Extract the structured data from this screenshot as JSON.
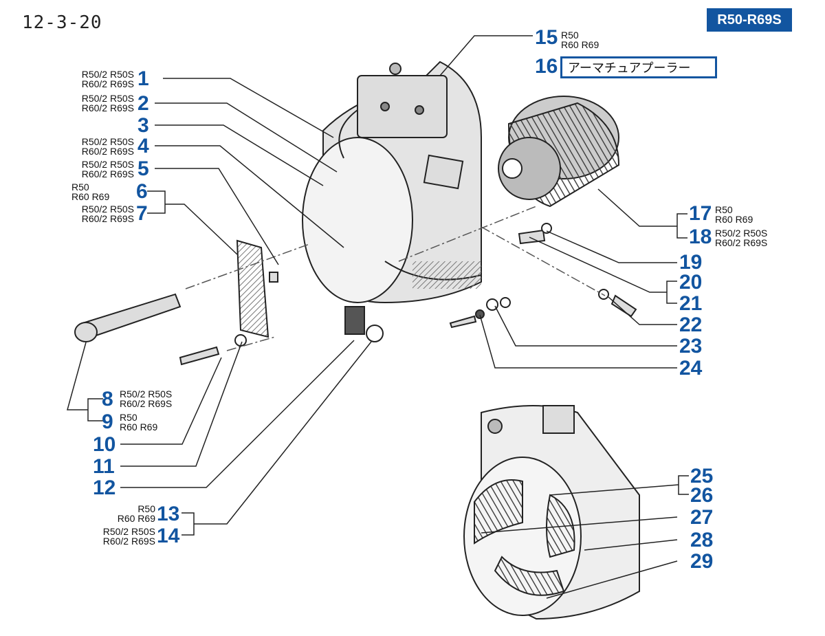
{
  "header": {
    "page_code": "12-3-20",
    "model_badge": "R50-R69S"
  },
  "tool": {
    "label": "アーマチュアプーラー"
  },
  "callouts": {
    "c1": {
      "num": "1",
      "l1": "R50/2 R50S",
      "l2": "R60/2 R69S"
    },
    "c2": {
      "num": "2",
      "l1": "R50/2 R50S",
      "l2": "R60/2 R69S"
    },
    "c3": {
      "num": "3"
    },
    "c4": {
      "num": "4",
      "l1": "R50/2 R50S",
      "l2": "R60/2 R69S"
    },
    "c5": {
      "num": "5",
      "l1": "R50/2 R50S",
      "l2": "R60/2 R69S"
    },
    "c6": {
      "num": "6",
      "l1": "R50",
      "l2": "R60 R69"
    },
    "c7": {
      "num": "7",
      "l1": "R50/2 R50S",
      "l2": "R60/2 R69S"
    },
    "c8": {
      "num": "8",
      "l1": "R50/2 R50S",
      "l2": "R60/2 R69S"
    },
    "c9": {
      "num": "9",
      "l1": "R50",
      "l2": "R60 R69"
    },
    "c10": {
      "num": "10"
    },
    "c11": {
      "num": "11"
    },
    "c12": {
      "num": "12"
    },
    "c13": {
      "num": "13",
      "l1": "R50",
      "l2": "R60 R69"
    },
    "c14": {
      "num": "14",
      "l1": "R50/2 R50S",
      "l2": "R60/2 R69S"
    },
    "c15": {
      "num": "15",
      "l1": "R50",
      "l2": "R60 R69"
    },
    "c16": {
      "num": "16"
    },
    "c17": {
      "num": "17",
      "l1": "R50",
      "l2": "R60 R69"
    },
    "c18": {
      "num": "18",
      "l1": "R50/2 R50S",
      "l2": "R60/2 R69S"
    },
    "c19": {
      "num": "19"
    },
    "c20": {
      "num": "20"
    },
    "c21": {
      "num": "21"
    },
    "c22": {
      "num": "22"
    },
    "c23": {
      "num": "23"
    },
    "c24": {
      "num": "24"
    },
    "c25": {
      "num": "25"
    },
    "c26": {
      "num": "26"
    },
    "c27": {
      "num": "27"
    },
    "c28": {
      "num": "28"
    },
    "c29": {
      "num": "29"
    }
  },
  "colors": {
    "accent": "#1255a0",
    "line": "#222222"
  }
}
